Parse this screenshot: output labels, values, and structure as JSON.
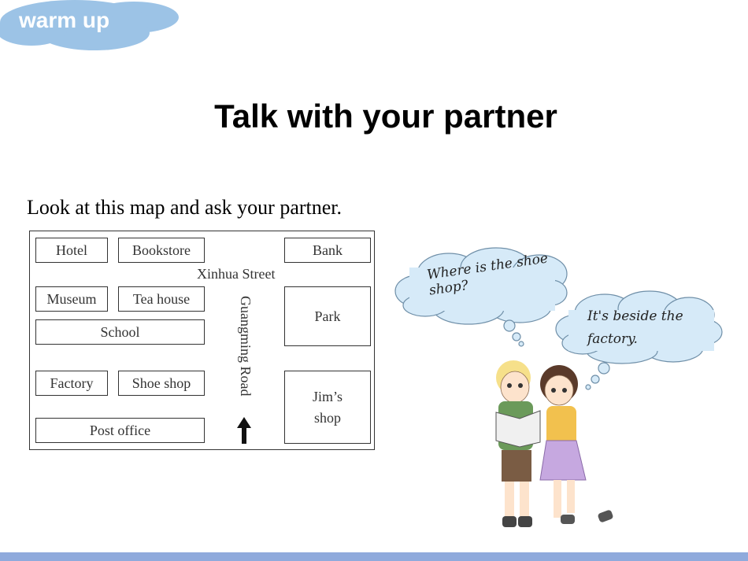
{
  "badge": {
    "label": "warm up"
  },
  "title": "Talk with your partner",
  "instruction": "Look at this map and ask your partner.",
  "map": {
    "street": "Xinhua Street",
    "road": "Guangming Road",
    "places": {
      "hotel": "Hotel",
      "bookstore": "Bookstore",
      "bank": "Bank",
      "museum": "Museum",
      "tea_house": "Tea house",
      "park": "Park",
      "school": "School",
      "factory": "Factory",
      "shoe_shop": "Shoe shop",
      "jims_shop_line1": "Jim’s",
      "jims_shop_line2": "shop",
      "post_office": "Post office"
    }
  },
  "dialogue": {
    "question_line1": "Where is the shoe",
    "question_line2": "shop?",
    "answer_line1": "It's beside the",
    "answer_line2": "factory."
  },
  "colors": {
    "badge": "#9cc3e6",
    "footer_bar": "#8faadc",
    "bubble_fill": "#d6eaf8",
    "bubble_stroke": "#6f8fa8"
  },
  "icons": [
    "up-arrow-icon",
    "cloud-badge"
  ]
}
